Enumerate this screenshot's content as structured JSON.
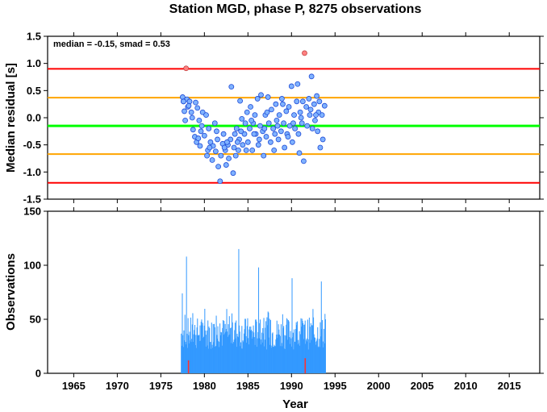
{
  "title": "Station MGD, phase P, 8275 observations",
  "colors": {
    "red_line": "#ff0000",
    "orange_line": "#ffa500",
    "green_line": "#00ff00",
    "point_fill": "#7fb2ff",
    "point_stroke": "#1f4bd6",
    "outlier_fill": "#ff8080",
    "bar_fill": "#3399ff",
    "bar_highlight": "#ff3030"
  },
  "chart_data": [
    {
      "type": "scatter",
      "ylabel": "Median residual [s]",
      "stats_label": "median = -0.15, smad = 0.53",
      "xlim": [
        1962,
        2018.5
      ],
      "ylim": [
        -1.5,
        1.5
      ],
      "yticks": [
        "1.5",
        "1.0",
        "0.5",
        "0.0",
        "-0.5",
        "-1.0",
        "-1.5"
      ],
      "lines": [
        {
          "y": 0.9,
          "color": "red"
        },
        {
          "y": 0.37,
          "color": "orange"
        },
        {
          "y": -0.15,
          "color": "green"
        },
        {
          "y": -0.67,
          "color": "orange"
        },
        {
          "y": -1.2,
          "color": "red"
        }
      ],
      "points": [
        [
          1977.5,
          0.38
        ],
        [
          1977.6,
          0.3
        ],
        [
          1977.7,
          0.12
        ],
        [
          1977.8,
          -0.05
        ],
        [
          1977.9,
          0.91
        ],
        [
          1978.0,
          0.34
        ],
        [
          1978.1,
          0.2
        ],
        [
          1978.3,
          0.3
        ],
        [
          1978.5,
          0.1
        ],
        [
          1978.6,
          0.0
        ],
        [
          1978.7,
          -0.22
        ],
        [
          1978.9,
          -0.35
        ],
        [
          1979.0,
          0.28
        ],
        [
          1979.1,
          -0.45
        ],
        [
          1979.2,
          0.18
        ],
        [
          1979.4,
          -0.05
        ],
        [
          1979.5,
          -0.52
        ],
        [
          1979.7,
          -0.15
        ],
        [
          1979.8,
          0.1
        ],
        [
          1980.0,
          -0.33
        ],
        [
          1980.2,
          0.05
        ],
        [
          1980.4,
          -0.6
        ],
        [
          1980.5,
          -0.2
        ],
        [
          1980.7,
          -0.45
        ],
        [
          1980.9,
          -0.78
        ],
        [
          1981.0,
          -0.52
        ],
        [
          1981.2,
          -0.1
        ],
        [
          1981.3,
          -0.62
        ],
        [
          1981.5,
          -0.4
        ],
        [
          1981.6,
          -0.9
        ],
        [
          1981.8,
          -1.17
        ],
        [
          1981.9,
          -0.7
        ],
        [
          1982.1,
          -0.48
        ],
        [
          1982.2,
          -0.3
        ],
        [
          1982.4,
          -0.6
        ],
        [
          1982.5,
          -0.87
        ],
        [
          1982.7,
          -0.5
        ],
        [
          1982.8,
          -0.75
        ],
        [
          1983.0,
          -0.4
        ],
        [
          1983.1,
          0.57
        ],
        [
          1983.3,
          -1.02
        ],
        [
          1983.4,
          -0.55
        ],
        [
          1983.6,
          -0.7
        ],
        [
          1983.7,
          -0.2
        ],
        [
          1983.9,
          -0.6
        ],
        [
          1984.0,
          -0.4
        ],
        [
          1984.1,
          0.31
        ],
        [
          1984.3,
          -0.02
        ],
        [
          1984.4,
          -0.5
        ],
        [
          1984.6,
          -0.3
        ],
        [
          1984.7,
          -0.1
        ],
        [
          1984.9,
          0.1
        ],
        [
          1985.0,
          -0.45
        ],
        [
          1985.2,
          -0.2
        ],
        [
          1985.3,
          0.2
        ],
        [
          1985.5,
          -0.6
        ],
        [
          1985.6,
          -0.1
        ],
        [
          1985.8,
          0.05
        ],
        [
          1985.9,
          -0.3
        ],
        [
          1986.1,
          0.35
        ],
        [
          1986.2,
          -0.5
        ],
        [
          1986.4,
          -0.15
        ],
        [
          1986.5,
          0.42
        ],
        [
          1986.7,
          -0.25
        ],
        [
          1986.8,
          -0.7
        ],
        [
          1987.0,
          0.05
        ],
        [
          1987.1,
          -0.35
        ],
        [
          1987.3,
          0.38
        ],
        [
          1987.4,
          -0.1
        ],
        [
          1987.6,
          -0.45
        ],
        [
          1987.7,
          0.15
        ],
        [
          1987.9,
          -0.2
        ],
        [
          1988.0,
          -0.6
        ],
        [
          1988.2,
          0.25
        ],
        [
          1988.3,
          -0.05
        ],
        [
          1988.5,
          -0.4
        ],
        [
          1988.6,
          0.05
        ],
        [
          1988.8,
          -0.25
        ],
        [
          1988.9,
          0.35
        ],
        [
          1989.1,
          -0.1
        ],
        [
          1989.2,
          -0.55
        ],
        [
          1989.4,
          0.12
        ],
        [
          1989.5,
          -0.3
        ],
        [
          1989.7,
          0.2
        ],
        [
          1989.8,
          -0.15
        ],
        [
          1990.0,
          0.58
        ],
        [
          1990.1,
          -0.45
        ],
        [
          1990.3,
          0.05
        ],
        [
          1990.4,
          -0.2
        ],
        [
          1990.6,
          0.3
        ],
        [
          1990.7,
          0.62
        ],
        [
          1990.9,
          -0.65
        ],
        [
          1991.0,
          0.1
        ],
        [
          1991.2,
          -0.1
        ],
        [
          1991.3,
          0.3
        ],
        [
          1991.4,
          -0.8
        ],
        [
          1991.5,
          1.19
        ],
        [
          1991.7,
          0.2
        ],
        [
          1991.8,
          -0.15
        ],
        [
          1992.0,
          0.35
        ],
        [
          1992.1,
          0.05
        ],
        [
          1992.3,
          0.76
        ],
        [
          1992.4,
          -0.2
        ],
        [
          1992.6,
          0.25
        ],
        [
          1992.7,
          -0.05
        ],
        [
          1992.9,
          0.4
        ],
        [
          1993.0,
          -0.25
        ],
        [
          1993.2,
          0.3
        ],
        [
          1993.3,
          -0.55
        ],
        [
          1993.5,
          0.05
        ],
        [
          1993.6,
          -0.4
        ],
        [
          1993.8,
          0.22
        ],
        [
          1977.6,
          0.3
        ],
        [
          1978.2,
          0.22
        ],
        [
          1979.3,
          -0.38
        ],
        [
          1980.6,
          -0.55
        ],
        [
          1981.4,
          -0.25
        ],
        [
          1982.6,
          -0.45
        ],
        [
          1983.5,
          -0.3
        ],
        [
          1984.8,
          -0.6
        ],
        [
          1985.4,
          -0.05
        ],
        [
          1986.3,
          -0.4
        ],
        [
          1987.2,
          0.1
        ],
        [
          1988.1,
          -0.3
        ],
        [
          1989.0,
          0.25
        ],
        [
          1990.2,
          -0.1
        ],
        [
          1991.1,
          0.0
        ],
        [
          1992.2,
          0.15
        ],
        [
          1993.1,
          0.1
        ],
        [
          1984.2,
          -0.25
        ],
        [
          1986.9,
          -0.2
        ],
        [
          1989.6,
          -0.35
        ],
        [
          1992.8,
          0.05
        ],
        [
          1980.3,
          -0.7
        ],
        [
          1982.3,
          -0.55
        ],
        [
          1988.4,
          -0.15
        ],
        [
          1990.8,
          -0.3
        ],
        [
          1979.6,
          -0.25
        ],
        [
          1983.8,
          -0.45
        ],
        [
          1985.7,
          -0.3
        ]
      ],
      "outlier_points": [
        [
          1977.9,
          0.91
        ],
        [
          1991.5,
          1.19
        ]
      ]
    },
    {
      "type": "bar",
      "xlabel": "Year",
      "ylabel": "Observations",
      "xlim": [
        1962,
        2018.5
      ],
      "ylim": [
        0,
        150
      ],
      "yticks": [
        "150",
        "100",
        "50",
        "0"
      ],
      "xticks": [
        "1965",
        "1970",
        "1975",
        "1980",
        "1985",
        "1990",
        "1995",
        "2000",
        "2005",
        "2010",
        "2015"
      ],
      "notable_bars": [
        {
          "x": 1977.4,
          "value": 74
        },
        {
          "x": 1977.9,
          "value": 108
        },
        {
          "x": 1983.9,
          "value": 115
        },
        {
          "x": 1986.2,
          "value": 98
        },
        {
          "x": 1990.0,
          "value": 88
        },
        {
          "x": 1993.4,
          "value": 85
        },
        {
          "x": 1993.8,
          "value": 55
        },
        {
          "x": 1993.85,
          "value": 50
        }
      ],
      "highlight_bars": [
        {
          "x": 1978.1,
          "value": 12
        },
        {
          "x": 1991.5,
          "value": 14
        }
      ],
      "x_range": [
        1977.3,
        1993.9
      ]
    }
  ]
}
